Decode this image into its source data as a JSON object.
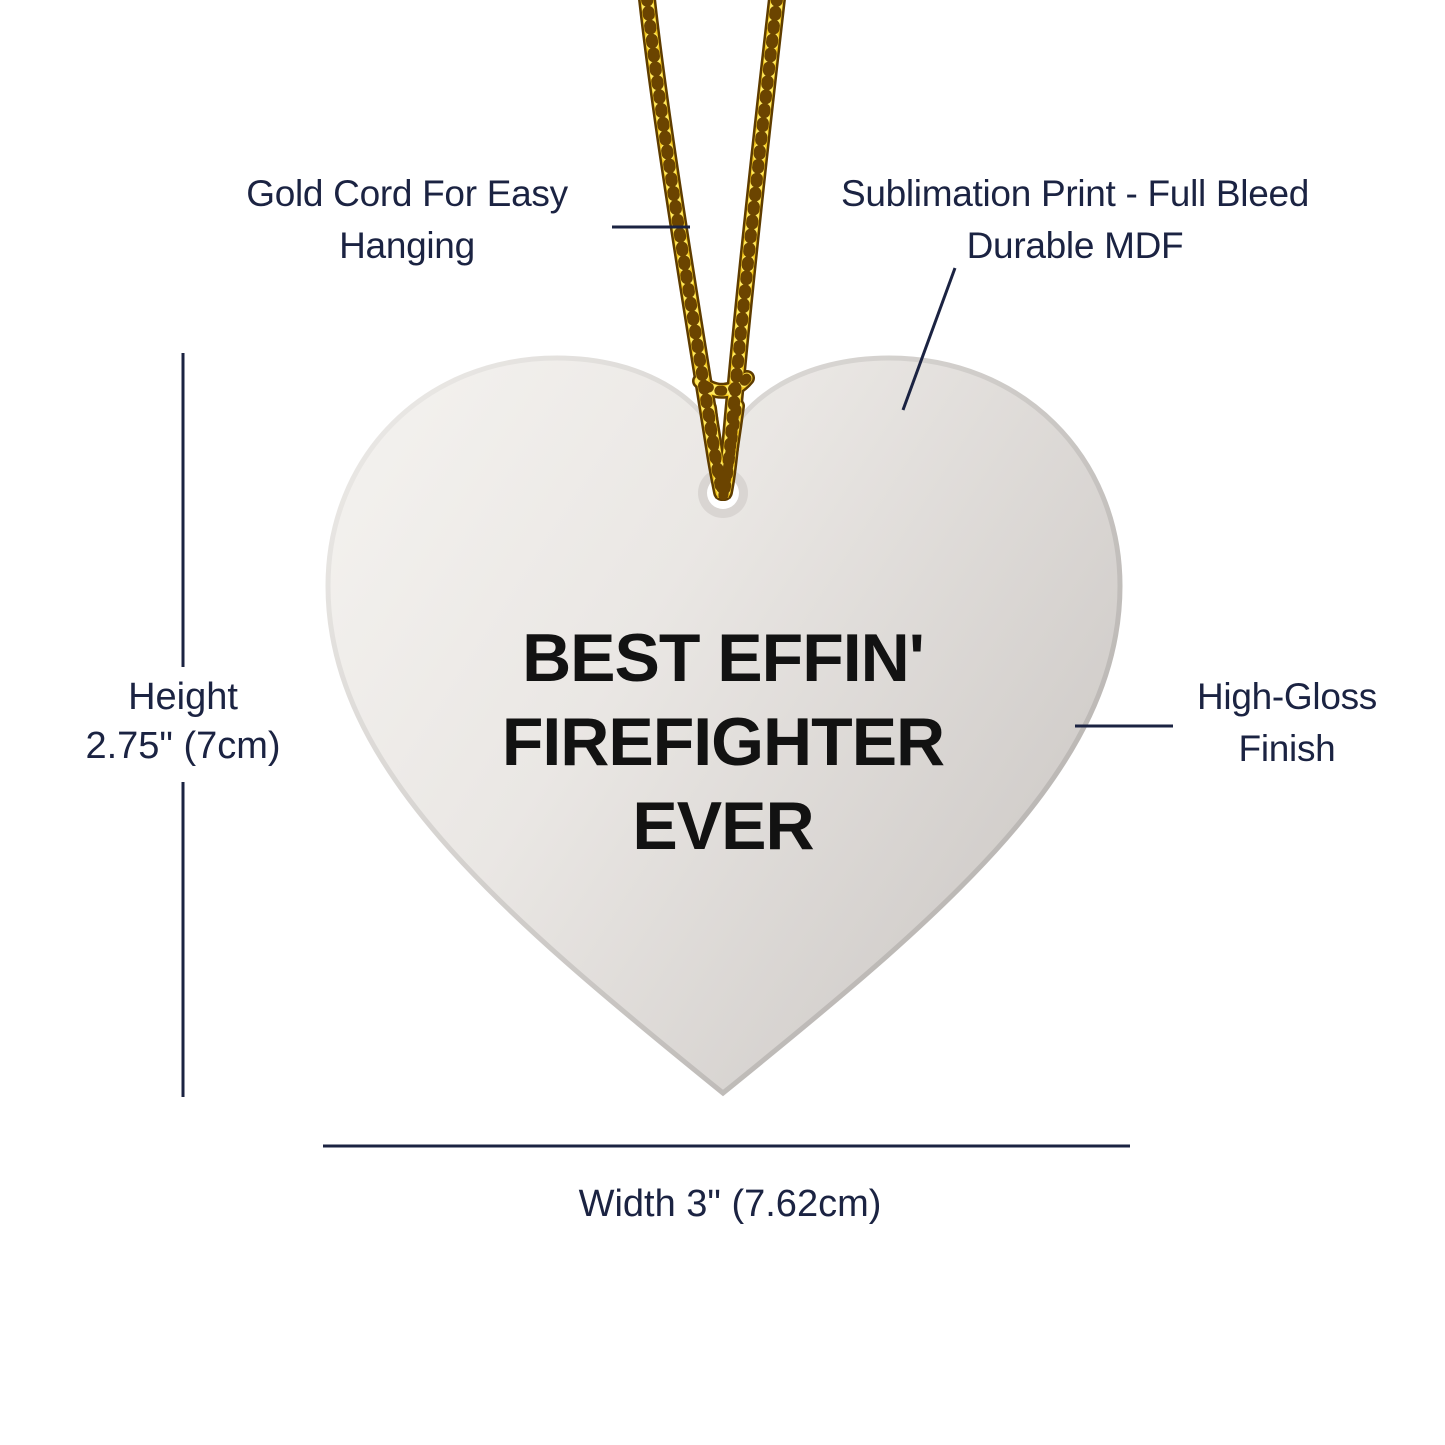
{
  "colors": {
    "background": "#ffffff",
    "annotation": "#1b2342",
    "ornament-text": "#121212",
    "ornament-body": "#eae7e4",
    "ornament-edge": "#bcb8b5",
    "cord-gold": "#f3c61b",
    "cord-shadow": "#5e3c00",
    "cord-highlight": "#ffe95e",
    "cord-dark-braid": "#6b4400",
    "hole-ring": "#d9d5d2",
    "hole-center": "#ffffff"
  },
  "ornament": {
    "text_lines": [
      "BEST EFFIN'",
      "FIREFIGHTER",
      "EVER"
    ]
  },
  "callouts": {
    "cord": {
      "line1": "Gold Cord For Easy",
      "line2": "Hanging"
    },
    "print": {
      "line1": "Sublimation Print - Full Bleed",
      "line2": "Durable MDF"
    },
    "finish": {
      "line1": "High-Gloss",
      "line2": "Finish"
    }
  },
  "dimensions": {
    "height": {
      "label": "Height",
      "value": "2.75\" (7cm)"
    },
    "width": {
      "value": "Width 3\" (7.62cm)"
    }
  }
}
